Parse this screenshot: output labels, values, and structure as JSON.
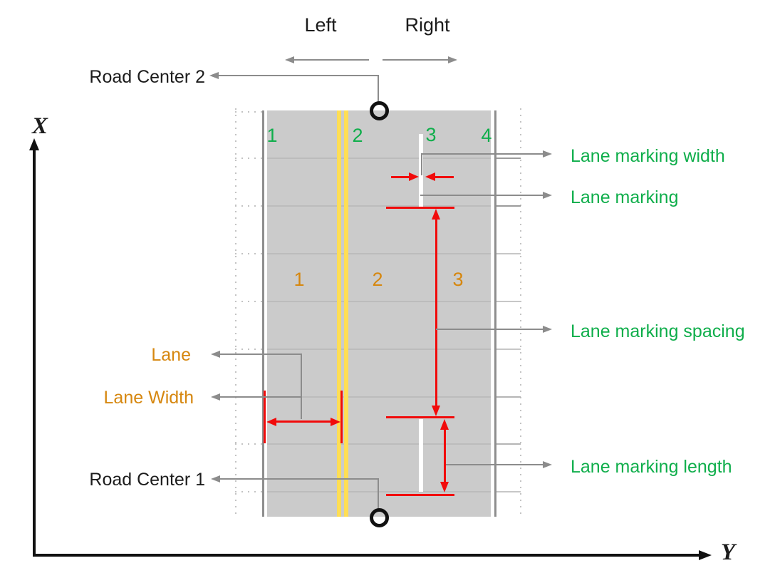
{
  "axes": {
    "x_label": "X",
    "y_label": "Y"
  },
  "directions": {
    "left": "Left",
    "right": "Right"
  },
  "road_centers": {
    "center2": "Road Center 2",
    "center1": "Road Center 1"
  },
  "marking_numbers": [
    "1",
    "2",
    "3",
    "4"
  ],
  "lane_numbers": [
    "1",
    "2",
    "3"
  ],
  "lane_callouts": {
    "lane": "Lane",
    "lane_width": "Lane Width"
  },
  "marking_callouts": {
    "width": "Lane marking width",
    "marking": "Lane marking",
    "spacing": "Lane marking spacing",
    "length": "Lane marking length"
  },
  "colors": {
    "road_surface": "#cbcbcb",
    "road_border": "#8e8e8e",
    "gridline": "#bcbcbc",
    "center_line_yellow": "#ffde55",
    "marking_white": "#ffffff",
    "callout_green": "#0fae4b",
    "lane_orange": "#d6870f",
    "dimension_red": "#f10b0b",
    "pointer_gray": "#8c8c8c",
    "axis_black": "#111111"
  }
}
